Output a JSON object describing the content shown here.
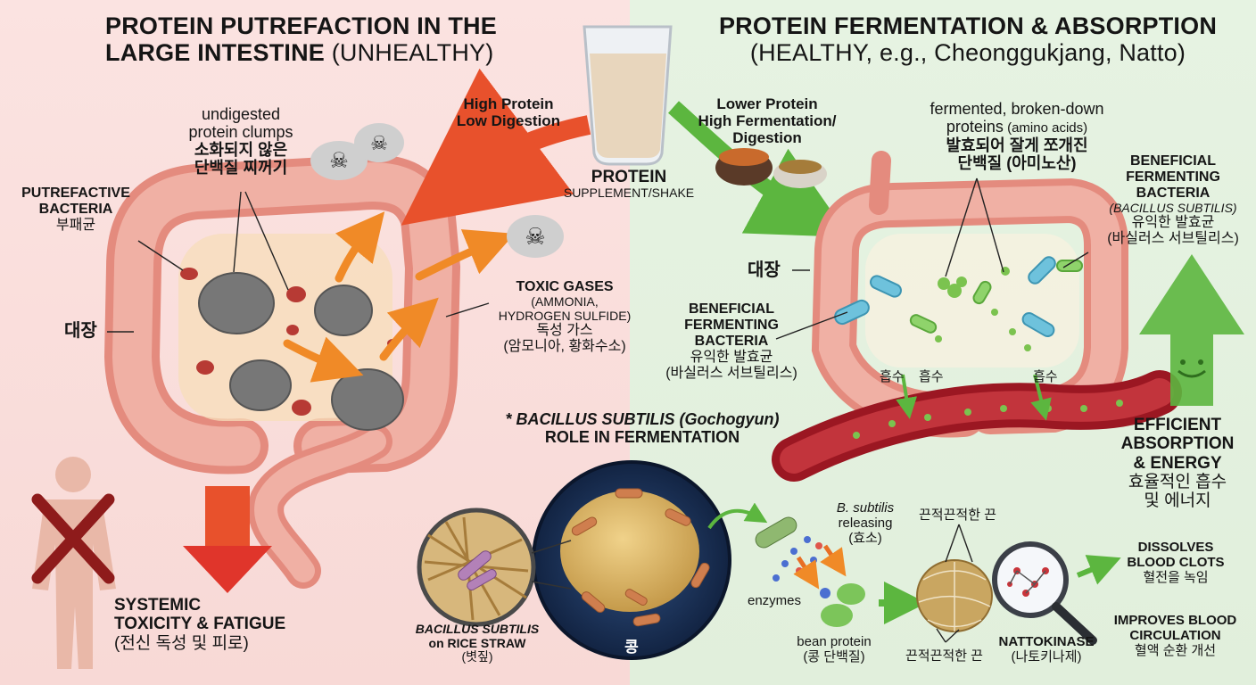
{
  "left": {
    "title_line1": "PROTEIN PUTREFACTION IN THE",
    "title_line2_bold": "LARGE INTESTINE",
    "title_line2_rest": " (UNHEALTHY)",
    "arrow_label_1": "High Protein",
    "arrow_label_2": "Low Digestion",
    "clumps_en_1": "undigested",
    "clumps_en_2": "protein clumps",
    "clumps_ko_1": "소화되지 않은",
    "clumps_ko_2": "단백질 찌꺼기",
    "bacteria_en_1": "PUTREFACTIVE",
    "bacteria_en_2": "BACTERIA",
    "bacteria_ko": "부패균",
    "intestine_ko": "대장",
    "gases_title": "TOXIC GASES",
    "gases_detail_1": "(AMMONIA,",
    "gases_detail_2": "HYDROGEN SULFIDE)",
    "gases_ko_1": "독성 가스",
    "gases_ko_2": "(암모니아, 황화수소)",
    "outcome_1": "SYSTEMIC",
    "outcome_2": "TOXICITY & FATIGUE",
    "outcome_ko": "(전신 독성 및 피로)"
  },
  "center": {
    "protein_title": "PROTEIN",
    "protein_sub": "SUPPLEMENT/SHAKE",
    "note_1": "* BACILLUS SUBTILIS (Gochogyun)",
    "note_2": "ROLE IN FERMENTATION",
    "straw_1": "BACILLUS SUBTILIS",
    "straw_2": "on RICE STRAW",
    "straw_ko": "(볏짚)",
    "bean_ko": "콩"
  },
  "right": {
    "title_line1": "PROTEIN FERMENTATION & ABSORPTION",
    "title_line2": "(HEALTHY, e.g., Cheonggukjang, Natto)",
    "arrow_label_1": "Lower Protein",
    "arrow_label_2": "High Fermentation/",
    "arrow_label_3": "Digestion",
    "fermented_en_1": "fermented, broken-down",
    "fermented_en_2": "proteins",
    "fermented_en_3": " (amino acids)",
    "fermented_ko_1": "발효되어 잘게 쪼개진",
    "fermented_ko_2": "단백질 (아미노산)",
    "beneficial_1": "BENEFICIAL",
    "beneficial_2": "FERMENTING",
    "beneficial_3": "BACTERIA",
    "beneficial_sci": "(BACILLUS SUBTILIS)",
    "beneficial_ko_1": "유익한 발효균",
    "beneficial_ko_2": "(바실러스 서브틸리스)",
    "intestine_ko": "대장",
    "mid_bact_1": "BENEFICIAL",
    "mid_bact_2": "FERMENTING",
    "mid_bact_3": "BACTERIA",
    "mid_bact_ko_1": "유익한 발효균",
    "mid_bact_ko_2": "(바실러스 서브틸리스)",
    "absorb_1": "흡수",
    "absorb_2": "흡수",
    "absorb_3": "흡수",
    "efficient_1": "EFFICIENT",
    "efficient_2": "ABSORPTION",
    "efficient_3": "& ENERGY",
    "efficient_ko_1": "효율적인 흡수",
    "efficient_ko_2": "및 에너지",
    "releasing_1": "B. subtilis",
    "releasing_2": "releasing",
    "releasing_ko": "(효소)",
    "enzymes": "enzymes",
    "bean_protein": "bean protein",
    "bean_protein_ko": "(콩 단백질)",
    "sticky_top": "끈적끈적한 끈",
    "sticky_bottom": "끈적끈적한 끈",
    "nattokinase": "NATTOKINASE",
    "nattokinase_ko": "(나토키나제)",
    "clots_1": "DISSOLVES",
    "clots_2": "BLOOD CLOTS",
    "clots_ko": "혈전을 녹임",
    "circ_1": "IMPROVES BLOOD",
    "circ_2": "CIRCULATION",
    "circ_ko": "혈액 순환 개선"
  },
  "colors": {
    "left_bg": "#f8dcd9",
    "right_bg": "#e3f1df",
    "bad_arrow": "#e0352b",
    "good_arrow": "#5cb63f",
    "intestine": "#e99a8d"
  }
}
